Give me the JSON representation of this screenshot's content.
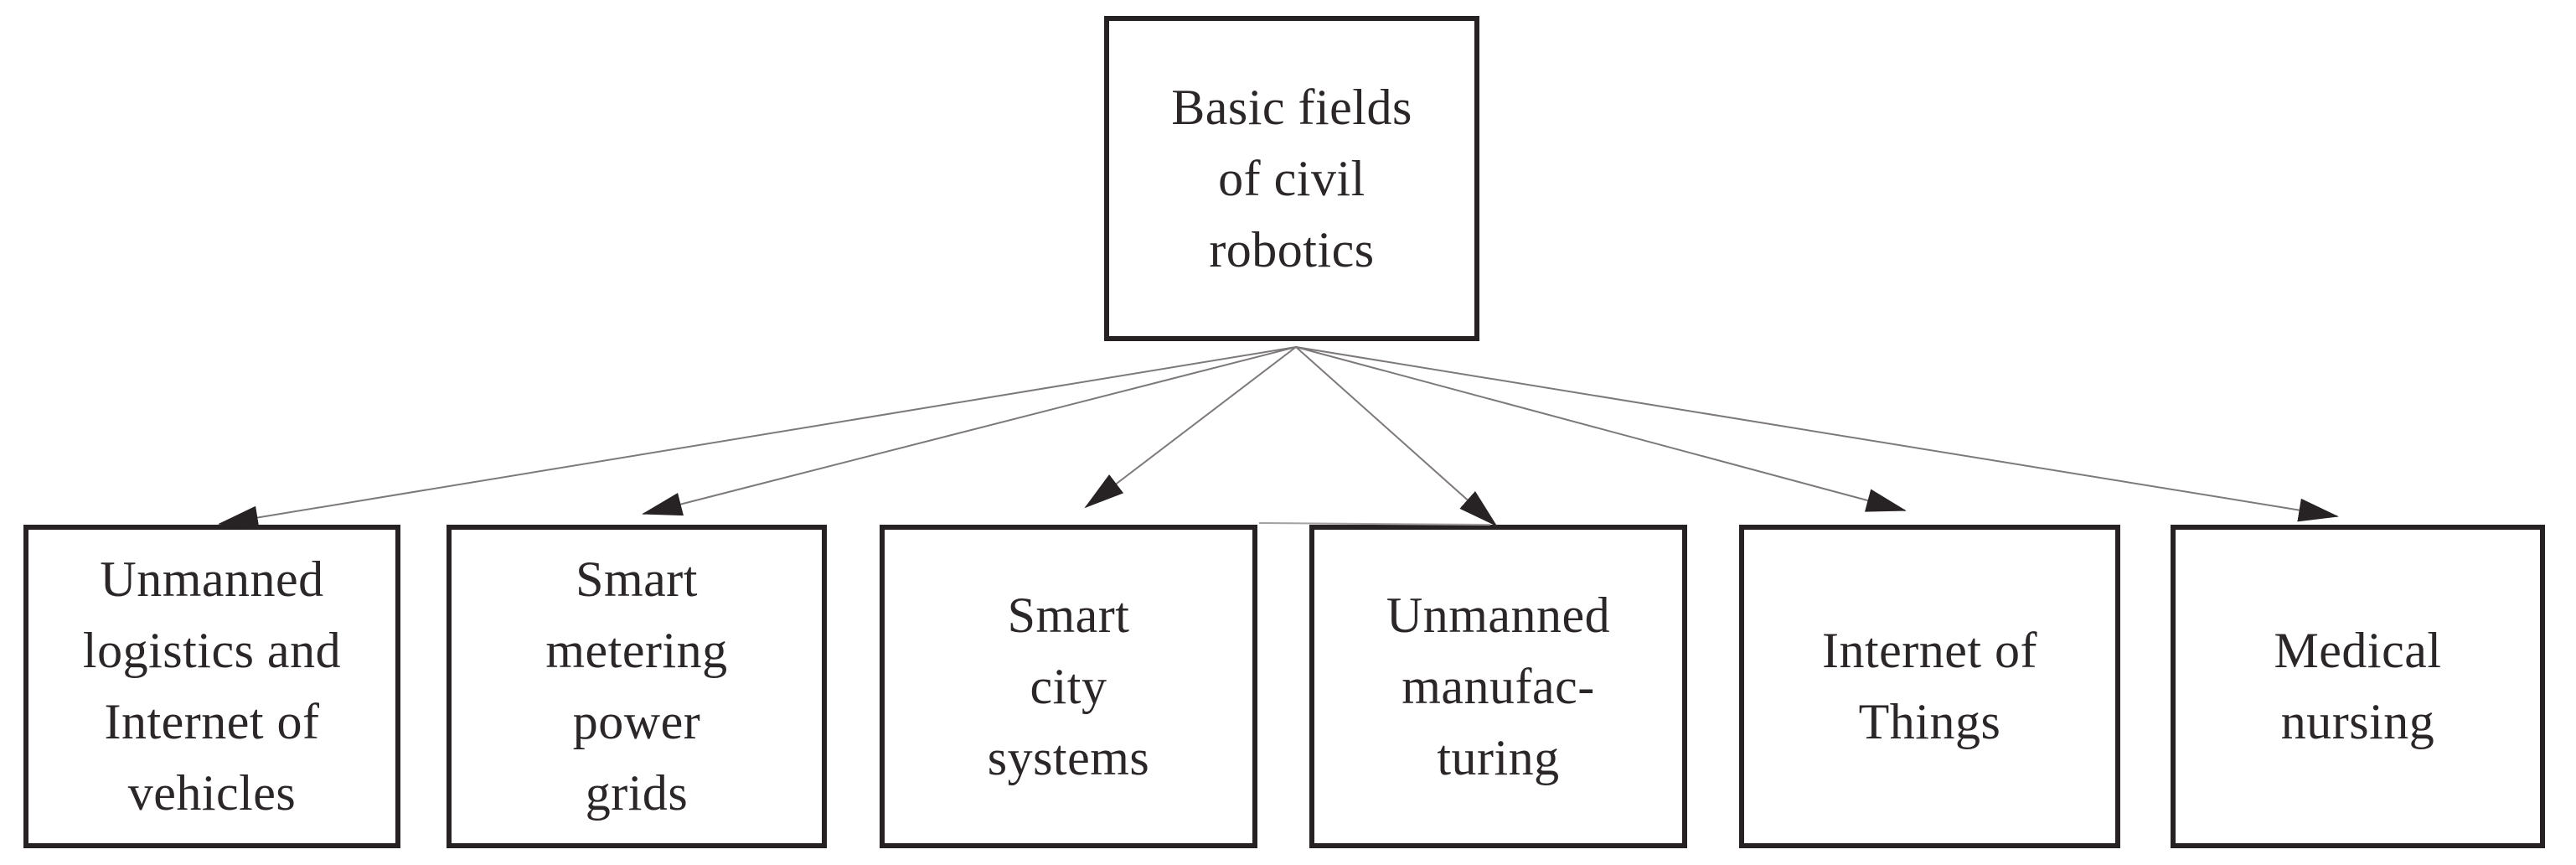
{
  "diagram": {
    "title": "Basic fields of civil robotics diagram",
    "root": {
      "id": "basic-fields-of-civil-robotics",
      "label": "Basic fields\nof civil\nrobotics"
    },
    "children": [
      {
        "id": "unmanned-logistics",
        "label": "Unmanned\nlogistics and\nInternet of\nvehicles"
      },
      {
        "id": "smart-metering",
        "label": "Smart\nmetering\npower\ngrids"
      },
      {
        "id": "smart-city",
        "label": "Smart\ncity\nsystems"
      },
      {
        "id": "unmanned-manufacturing",
        "label": "Unmanned\nmanufac-\nturing"
      },
      {
        "id": "internet-of-things",
        "label": "Internet of\nThings"
      },
      {
        "id": "medical-nursing",
        "label": "Medical\nnursing"
      }
    ],
    "edges": [
      {
        "from": "basic-fields-of-civil-robotics",
        "to": "unmanned-logistics"
      },
      {
        "from": "basic-fields-of-civil-robotics",
        "to": "smart-metering"
      },
      {
        "from": "basic-fields-of-civil-robotics",
        "to": "smart-city"
      },
      {
        "from": "basic-fields-of-civil-robotics",
        "to": "unmanned-manufacturing"
      },
      {
        "from": "basic-fields-of-civil-robotics",
        "to": "internet-of-things"
      },
      {
        "from": "basic-fields-of-civil-robotics",
        "to": "medical-nursing"
      }
    ],
    "colors": {
      "background": "#ffffff",
      "box_border": "#262122",
      "text": "#2b2627",
      "connector_line": "#7d797a",
      "arrowhead": "#272223"
    }
  }
}
